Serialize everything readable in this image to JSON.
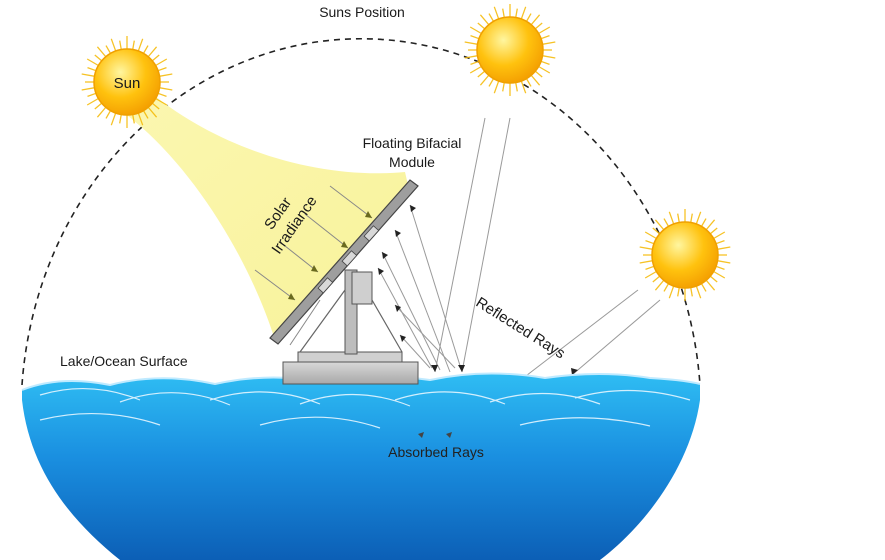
{
  "labels": {
    "suns_position": "Suns Position",
    "sun": "Sun",
    "solar_irradiance_line1": "Solar",
    "solar_irradiance_line2": "Irradiance",
    "module_line1": "Floating Bifacial",
    "module_line2": "Module",
    "reflected_rays": "Reflected Rays",
    "surface": "Lake/Ocean Surface",
    "absorbed_rays": "Absorbed Rays"
  },
  "colors": {
    "sun_core": "#ffc20e",
    "sun_ray": "#f5b800",
    "irradiance_beam": "#fbf7b0",
    "water_top": "#2bb6f0",
    "water_bottom": "#0c5fb6",
    "wave_line": "#e6f6ff",
    "panel": "#9a9a9a",
    "structure": "#c8c8c8"
  },
  "icons": [
    "sun-icon",
    "sun-icon",
    "sun-icon",
    "solar-panel-icon"
  ]
}
